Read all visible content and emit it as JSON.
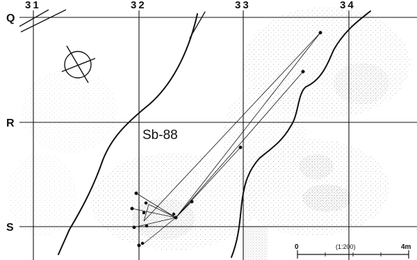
{
  "grid": {
    "columns": [
      "31",
      "32",
      "33",
      "34"
    ],
    "rows": [
      "Q",
      "R",
      "S"
    ]
  },
  "feature_label": "Sb-88",
  "scale_bar": {
    "start": "0",
    "ratio": "(1:200)",
    "end": "4m"
  },
  "symbols": {
    "north": "north-arrow-icon"
  },
  "colors": {
    "line": "#111111",
    "stipple": "#8a8a8a",
    "background": "#ffffff"
  }
}
